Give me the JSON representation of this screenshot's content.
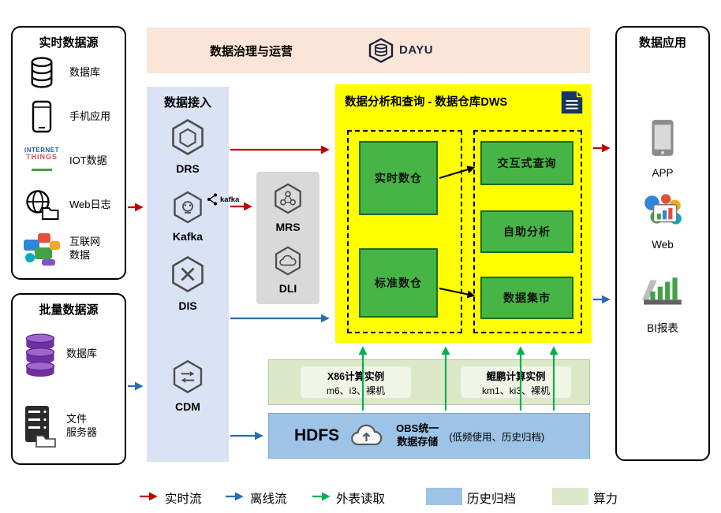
{
  "realtime_sources": {
    "title": "实时数据源",
    "items": [
      {
        "label": "数据库",
        "icon": "database-icon"
      },
      {
        "label": "手机应用",
        "icon": "mobile-phone-icon"
      },
      {
        "label": "IOT数据",
        "icon": "iot-wordcloud-icon"
      },
      {
        "label": "Web日志",
        "icon": "globe-folder-icon"
      },
      {
        "label": "互联网\n数据",
        "icon": "internet-collage-icon"
      }
    ]
  },
  "batch_sources": {
    "title": "批量数据源",
    "items": [
      {
        "label": "数据库",
        "icon": "purple-database-stack-icon"
      },
      {
        "label": "文件\n服务器",
        "icon": "file-server-icon"
      }
    ]
  },
  "governance": {
    "title": "数据治理与运营",
    "product": "DAYU"
  },
  "ingestion": {
    "title": "数据接入",
    "services": [
      {
        "name": "DRS"
      },
      {
        "name": "Kafka",
        "wordmark": "kafka"
      },
      {
        "name": "DIS"
      },
      {
        "name": "CDM"
      }
    ]
  },
  "processing": {
    "services": [
      {
        "name": "MRS"
      },
      {
        "name": "DLI"
      }
    ]
  },
  "dws": {
    "title": "数据分析和查询 - 数据仓库DWS",
    "warehouses": [
      "实时数仓",
      "标准数仓"
    ],
    "analytics": [
      "交互式查询",
      "自助分析",
      "数据集市"
    ]
  },
  "compute_instances": {
    "x86": {
      "title": "X86计算实例",
      "spec": "m6、i3、裸机"
    },
    "kunpeng": {
      "title": "鲲鹏计算实例",
      "spec": "km1、ki3、裸机"
    }
  },
  "storage": {
    "hdfs": "HDFS",
    "obs": "OBS统一\n数据存储",
    "note": "(低频使用、历史归档)"
  },
  "applications": {
    "title": "数据应用",
    "items": [
      {
        "label": "APP",
        "icon": "app-phone-icon"
      },
      {
        "label": "Web",
        "icon": "web-colorful-icon"
      },
      {
        "label": "BI报表",
        "icon": "bi-report-icon"
      }
    ]
  },
  "icon_texts": {
    "iot_line1": "INTERNET",
    "iot_line2": "THINGS"
  },
  "legend": [
    {
      "label": "实时流",
      "color": "#c00000",
      "kind": "arrow"
    },
    {
      "label": "离线流",
      "color": "#2b6cb0",
      "kind": "arrow"
    },
    {
      "label": "外表读取",
      "color": "#00b050",
      "kind": "arrow"
    },
    {
      "label": "历史归档",
      "color": "#9dc3e6",
      "kind": "swatch"
    },
    {
      "label": "算力",
      "color": "#dde8c9",
      "kind": "swatch"
    }
  ],
  "colors": {
    "dws_background": "#ffff00",
    "warehouse_green": "#46b546",
    "ingestion_background": "#dae3f3",
    "governance_background": "#fbe5d6",
    "hdfs_background": "#9dc3e6",
    "compute_background": "#dde8c9",
    "realtime_flow": "#c00000",
    "offline_flow": "#2b6cb0",
    "external_read": "#00b050"
  }
}
